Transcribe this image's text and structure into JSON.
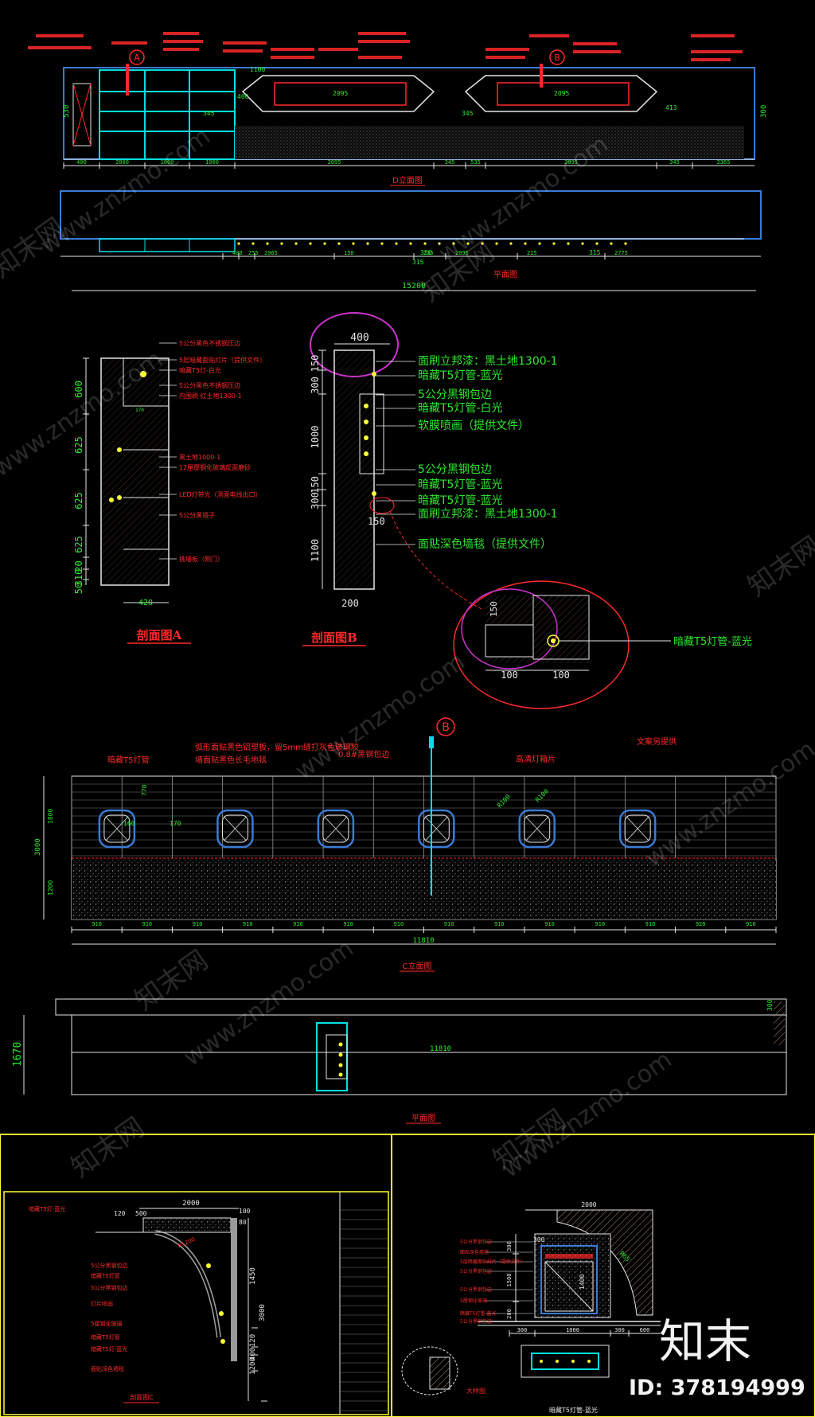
{
  "elev_d": {
    "title": "D立面图",
    "plan_title": "平面图",
    "dims_bottom": [
      "400",
      "2000",
      "1000",
      "1000",
      "2095",
      "345",
      "535",
      "2095",
      "345",
      "2365"
    ],
    "dims_plan": [
      "400",
      "255",
      "2065",
      "150",
      "235",
      "2095",
      "215",
      "2775"
    ],
    "total": "15200",
    "tags": [
      "A",
      "B"
    ],
    "dim_side": "530",
    "dim_right": "300",
    "dim_top": "1100",
    "dim_mid_1": "400",
    "dim_mid_2": "413",
    "dims_plan_small": [
      "350",
      "315",
      "315"
    ],
    "mid_labels": [
      "2095",
      "2095",
      "345",
      "345"
    ]
  },
  "section_a": {
    "title": "剖面图A",
    "vdims": [
      "600",
      "625",
      "625",
      "625",
      "20",
      "310",
      "50"
    ],
    "hdims": [
      "420",
      "170"
    ],
    "notes": [
      "5公分黑色不锈钢压边",
      "5层暗藏面贴灯片（提供文件）",
      "暗藏T5灯-白光",
      "5公分黑色不锈钢压边",
      "内围刷 红土地1300-1",
      "黑土地1000-1",
      "12厘厚钢化玻璃反面磨砂",
      "LED灯带光（测面电线出口）",
      "5公分黑镜子",
      "挑墙板（侧门）"
    ]
  },
  "section_b": {
    "title": "剖面图B",
    "top_dim": "400",
    "vdims": [
      "150",
      "300",
      "1000",
      "150",
      "300",
      "1100"
    ],
    "bottom_dims": [
      "150",
      "200"
    ],
    "notes": [
      "面刷立邦漆：黑土地1300-1",
      "暗藏T5灯管-蓝光",
      "5公分黑钢包边",
      "暗藏T5灯管-白光",
      "软膜喷画（提供文件）",
      "5公分黑钢包边",
      "暗藏T5灯管-蓝光",
      "暗藏T5灯管-蓝光",
      "面刷立邦漆：黑土地1300-1",
      "面贴深色墙毯（提供文件）"
    ],
    "detail_note": "暗藏T5灯管-蓝光",
    "detail_dims": [
      "150",
      "100",
      "100"
    ]
  },
  "elev_c": {
    "title": "C立面图",
    "plan_title": "平面图",
    "tag": "B",
    "notes": [
      "暗藏T5灯管",
      "弧形面贴黑色铝塑板，留5mm缝打灰色玻璃胶",
      "墙面贴黑色长毛地毯",
      "0.8#黑钢包边",
      "高清灯箱片",
      "文案另提供"
    ],
    "window_dims": [
      "770",
      "160",
      "170",
      "R100",
      "R100"
    ],
    "vdims": [
      "3000",
      "1800",
      "1200"
    ],
    "bays": [
      "910",
      "910",
      "910",
      "910",
      "910",
      "910",
      "910",
      "910",
      "910",
      "910",
      "910",
      "910",
      "920",
      "910"
    ],
    "total": "11810",
    "plan_total": "11810",
    "plan_side": "1670",
    "plan_right": "300"
  },
  "sheet_left": {
    "title": "剖面图C",
    "top_dim": "2000",
    "sub_dims": [
      "120",
      "500",
      "100",
      "80"
    ],
    "vdims": [
      "3000",
      "1450",
      "120",
      "400",
      "1200"
    ],
    "notes": [
      "暗藏T5灯-蓝光",
      "R1200",
      "5公分黑钢包边",
      "暗藏T5灯管",
      "5公分黑钢包边",
      "灯片喷画",
      "5厘钢化玻璃",
      "暗藏T5灯管",
      "暗藏T5灯-蓝光",
      "面贴深色墙毯"
    ]
  },
  "sheet_right": {
    "top_dim": "2000",
    "radius": "R65",
    "vdims": [
      "300",
      "1500",
      "200"
    ],
    "bottom_dims": [
      "300",
      "1000",
      "300",
      "600"
    ],
    "inner_dims": [
      "1400",
      "300"
    ],
    "notes": [
      "5公分黑钢包边",
      "面贴深色墙毯",
      "5层暗藏面贴灯片（提供文件）",
      "5公分黑钢包边",
      "5公分黑钢包边",
      "5厘钢化玻璃",
      "暗藏T5灯管-蓝光",
      "5公分黑钢包边"
    ],
    "detail_title": "大样图",
    "detail_note": "暗藏T5灯管-蓝光"
  },
  "watermark": {
    "site": "www.znzmo.com",
    "brand_cn": "知末网",
    "logo": "知末",
    "id": "ID: 378194999"
  },
  "colors": {
    "bg": "#000000",
    "dim": "#2ee82e",
    "note": "#ff2a2a",
    "line": "#e6e6e6",
    "cyan": "#00e0e0",
    "frame": "#ffff33",
    "blue": "#3a7bd5",
    "magenta": "#cc33cc"
  }
}
